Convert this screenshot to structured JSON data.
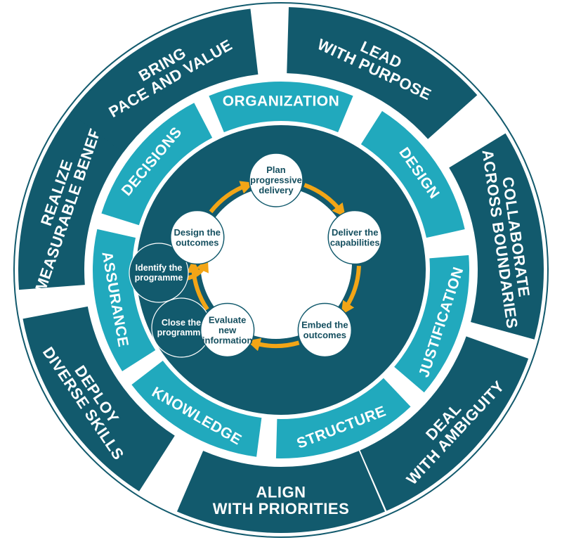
{
  "colors": {
    "dark": "#125a6d",
    "light": "#21a9bd",
    "arrow": "#f2a516",
    "node_text": "#154f5f"
  },
  "outer_ring": [
    {
      "lines": [
        "LEAD",
        "WITH PURPOSE"
      ]
    },
    {
      "lines": [
        "COLLABORATE",
        "ACROSS BOUNDARIES"
      ]
    },
    {
      "lines": [
        "DEAL",
        "WITH AMBIGUITY"
      ]
    },
    {
      "lines": [
        "ALIGN",
        "WITH PRIORITIES"
      ]
    },
    {
      "lines": [
        "DEPLOY",
        "DIVERSE SKILLS"
      ]
    },
    {
      "lines": [
        "REALIZE",
        "MEASURABLE BENEFITS"
      ]
    },
    {
      "lines": [
        "BRING",
        "PACE AND VALUE"
      ]
    }
  ],
  "middle_ring": [
    "ORGANIZATION",
    "DESIGN",
    "JUSTIFICATION",
    "STRUCTURE",
    "KNOWLEDGE",
    "ASSURANCE",
    "DECISIONS"
  ],
  "cycle": [
    {
      "lines": [
        "Plan",
        "progressive",
        "delivery"
      ]
    },
    {
      "lines": [
        "Deliver the",
        "capabilities"
      ]
    },
    {
      "lines": [
        "Embed the",
        "outcomes"
      ]
    },
    {
      "lines": [
        "Evaluate",
        "new",
        "information"
      ]
    },
    {
      "lines": [
        "Design the",
        "outcomes"
      ]
    }
  ],
  "external": [
    {
      "lines": [
        "Identify the",
        "programme"
      ]
    },
    {
      "lines": [
        "Close the",
        "programme"
      ]
    }
  ]
}
